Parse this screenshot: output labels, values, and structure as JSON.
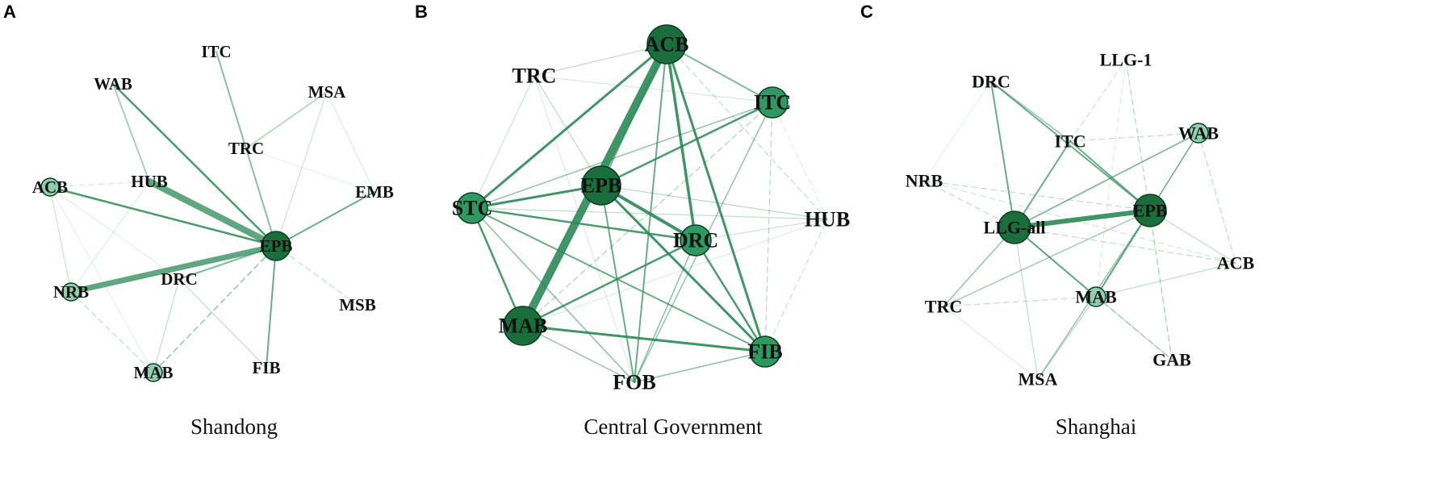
{
  "colors": {
    "node_dark": "#1a6e3c",
    "node_mid": "#2e9a61",
    "node_light": "#8fcfb0",
    "edge": "#2a8a55"
  },
  "panels": [
    {
      "id": "A",
      "letter": "A",
      "caption": "Shandong",
      "nodes": [
        {
          "id": "ITC",
          "label": "ITC",
          "shade": "none"
        },
        {
          "id": "WAB",
          "label": "WAB",
          "shade": "none"
        },
        {
          "id": "MSA",
          "label": "MSA",
          "shade": "none"
        },
        {
          "id": "TRC",
          "label": "TRC",
          "shade": "none"
        },
        {
          "id": "ACB",
          "label": "ACB",
          "shade": "light"
        },
        {
          "id": "HUB",
          "label": "HUB",
          "shade": "none"
        },
        {
          "id": "EMB",
          "label": "EMB",
          "shade": "none"
        },
        {
          "id": "EPB",
          "label": "EPB",
          "shade": "dark"
        },
        {
          "id": "NRB",
          "label": "NRB",
          "shade": "light"
        },
        {
          "id": "DRC",
          "label": "DRC",
          "shade": "none"
        },
        {
          "id": "MSB",
          "label": "MSB",
          "shade": "none"
        },
        {
          "id": "MAB",
          "label": "MAB",
          "shade": "light"
        },
        {
          "id": "FIB",
          "label": "FIB",
          "shade": "none"
        }
      ],
      "edges": [
        {
          "s": "ITC",
          "t": "EPB",
          "w": 2,
          "o": 0.55,
          "dash": false
        },
        {
          "s": "WAB",
          "t": "EPB",
          "w": 2.5,
          "o": 0.85,
          "dash": false
        },
        {
          "s": "WAB",
          "t": "HUB",
          "w": 2,
          "o": 0.4,
          "dash": false
        },
        {
          "s": "HUB",
          "t": "EPB",
          "w": 8,
          "o": 0.75,
          "dash": false
        },
        {
          "s": "ACB",
          "t": "EPB",
          "w": 2.5,
          "o": 0.85,
          "dash": false
        },
        {
          "s": "NRB",
          "t": "EPB",
          "w": 7,
          "o": 0.75,
          "dash": false
        },
        {
          "s": "DRC",
          "t": "EPB",
          "w": 2,
          "o": 0.6,
          "dash": false
        },
        {
          "s": "FIB",
          "t": "EPB",
          "w": 2,
          "o": 0.7,
          "dash": false
        },
        {
          "s": "EMB",
          "t": "EPB",
          "w": 2,
          "o": 0.7,
          "dash": false
        },
        {
          "s": "MAB",
          "t": "EPB",
          "w": 1.5,
          "o": 0.5,
          "dash": true
        },
        {
          "s": "MSB",
          "t": "EPB",
          "w": 1.2,
          "o": 0.3,
          "dash": true
        },
        {
          "s": "TRC",
          "t": "MSA",
          "w": 1.5,
          "o": 0.4,
          "dash": false
        },
        {
          "s": "MSA",
          "t": "EMB",
          "w": 1,
          "o": 0.2,
          "dash": false
        },
        {
          "s": "TRC",
          "t": "EMB",
          "w": 1,
          "o": 0.15,
          "dash": false
        },
        {
          "s": "MSA",
          "t": "EPB",
          "w": 1.2,
          "o": 0.25,
          "dash": false
        },
        {
          "s": "ACB",
          "t": "HUB",
          "w": 1.2,
          "o": 0.2,
          "dash": true
        },
        {
          "s": "ACB",
          "t": "NRB",
          "w": 1.2,
          "o": 0.25,
          "dash": false
        },
        {
          "s": "ACB",
          "t": "DRC",
          "w": 1.2,
          "o": 0.15,
          "dash": false
        },
        {
          "s": "HUB",
          "t": "NRB",
          "w": 1,
          "o": 0.2,
          "dash": false
        },
        {
          "s": "NRB",
          "t": "MAB",
          "w": 1.2,
          "o": 0.3,
          "dash": true
        },
        {
          "s": "DRC",
          "t": "FIB",
          "w": 1.2,
          "o": 0.3,
          "dash": false
        },
        {
          "s": "DRC",
          "t": "MAB",
          "w": 1.2,
          "o": 0.3,
          "dash": false
        },
        {
          "s": "ACB",
          "t": "MAB",
          "w": 1,
          "o": 0.15,
          "dash": false
        }
      ]
    },
    {
      "id": "B",
      "letter": "B",
      "caption": "Central Government",
      "nodes": [
        {
          "id": "ACB",
          "label": "ACB",
          "shade": "dark"
        },
        {
          "id": "TRC",
          "label": "TRC",
          "shade": "none"
        },
        {
          "id": "ITC",
          "label": "ITC",
          "shade": "mid"
        },
        {
          "id": "EPB",
          "label": "EPB",
          "shade": "dark"
        },
        {
          "id": "STC",
          "label": "STC",
          "shade": "mid"
        },
        {
          "id": "DRC",
          "label": "DRC",
          "shade": "mid"
        },
        {
          "id": "HUB",
          "label": "HUB",
          "shade": "none"
        },
        {
          "id": "MAB",
          "label": "MAB",
          "shade": "dark"
        },
        {
          "id": "FIB",
          "label": "FIB",
          "shade": "mid"
        },
        {
          "id": "FOB",
          "label": "FOB",
          "shade": "none"
        }
      ],
      "edges": [
        {
          "s": "ACB",
          "t": "MAB",
          "w": 10,
          "o": 0.9,
          "dash": false
        },
        {
          "s": "ACB",
          "t": "STC",
          "w": 3,
          "o": 0.9,
          "dash": false
        },
        {
          "s": "ACB",
          "t": "DRC",
          "w": 3.5,
          "o": 0.9,
          "dash": false
        },
        {
          "s": "ACB",
          "t": "FIB",
          "w": 3,
          "o": 0.9,
          "dash": false
        },
        {
          "s": "ACB",
          "t": "FOB",
          "w": 2,
          "o": 0.7,
          "dash": false
        },
        {
          "s": "ACB",
          "t": "ITC",
          "w": 2,
          "o": 0.6,
          "dash": false
        },
        {
          "s": "ACB",
          "t": "TRC",
          "w": 1.2,
          "o": 0.3,
          "dash": false
        },
        {
          "s": "ACB",
          "t": "HUB",
          "w": 1.2,
          "o": 0.3,
          "dash": true
        },
        {
          "s": "ACB",
          "t": "EPB",
          "w": 2,
          "o": 0.6,
          "dash": false
        },
        {
          "s": "ITC",
          "t": "EPB",
          "w": 2.5,
          "o": 0.85,
          "dash": false
        },
        {
          "s": "ITC",
          "t": "STC",
          "w": 1.5,
          "o": 0.5,
          "dash": false
        },
        {
          "s": "ITC",
          "t": "MAB",
          "w": 1.2,
          "o": 0.4,
          "dash": true
        },
        {
          "s": "ITC",
          "t": "FIB",
          "w": 1.2,
          "o": 0.35,
          "dash": true
        },
        {
          "s": "ITC",
          "t": "FOB",
          "w": 1.5,
          "o": 0.5,
          "dash": false
        },
        {
          "s": "STC",
          "t": "EPB",
          "w": 3,
          "o": 0.9,
          "dash": false
        },
        {
          "s": "STC",
          "t": "DRC",
          "w": 2.5,
          "o": 0.85,
          "dash": false
        },
        {
          "s": "STC",
          "t": "MAB",
          "w": 2.5,
          "o": 0.85,
          "dash": false
        },
        {
          "s": "STC",
          "t": "FIB",
          "w": 2,
          "o": 0.7,
          "dash": false
        },
        {
          "s": "STC",
          "t": "FOB",
          "w": 1.5,
          "o": 0.55,
          "dash": false
        },
        {
          "s": "STC",
          "t": "HUB",
          "w": 1.2,
          "o": 0.3,
          "dash": false
        },
        {
          "s": "EPB",
          "t": "DRC",
          "w": 4,
          "o": 0.9,
          "dash": false
        },
        {
          "s": "EPB",
          "t": "FIB",
          "w": 3,
          "o": 0.9,
          "dash": false
        },
        {
          "s": "EPB",
          "t": "FOB",
          "w": 2,
          "o": 0.7,
          "dash": false
        },
        {
          "s": "EPB",
          "t": "HUB",
          "w": 1.2,
          "o": 0.35,
          "dash": false
        },
        {
          "s": "EPB",
          "t": "TRC",
          "w": 1.2,
          "o": 0.3,
          "dash": false
        },
        {
          "s": "MAB",
          "t": "DRC",
          "w": 2.5,
          "o": 0.85,
          "dash": false
        },
        {
          "s": "MAB",
          "t": "FIB",
          "w": 3,
          "o": 0.9,
          "dash": false
        },
        {
          "s": "MAB",
          "t": "FOB",
          "w": 1.5,
          "o": 0.5,
          "dash": false
        },
        {
          "s": "DRC",
          "t": "FIB",
          "w": 2.5,
          "o": 0.85,
          "dash": false
        },
        {
          "s": "DRC",
          "t": "FOB",
          "w": 1.5,
          "o": 0.55,
          "dash": false
        },
        {
          "s": "DRC",
          "t": "HUB",
          "w": 1.2,
          "o": 0.25,
          "dash": false
        },
        {
          "s": "FIB",
          "t": "FOB",
          "w": 1.5,
          "o": 0.55,
          "dash": false
        },
        {
          "s": "FIB",
          "t": "HUB",
          "w": 1.2,
          "o": 0.25,
          "dash": true
        },
        {
          "s": "TRC",
          "t": "STC",
          "w": 1.2,
          "o": 0.25,
          "dash": false
        },
        {
          "s": "TRC",
          "t": "ITC",
          "w": 1.2,
          "o": 0.2,
          "dash": false
        },
        {
          "s": "TRC",
          "t": "FOB",
          "w": 1,
          "o": 0.2,
          "dash": false
        },
        {
          "s": "HUB",
          "t": "ITC",
          "w": 1,
          "o": 0.2,
          "dash": true
        },
        {
          "s": "HUB",
          "t": "MAB",
          "w": 1,
          "o": 0.2,
          "dash": false
        }
      ]
    },
    {
      "id": "C",
      "letter": "C",
      "caption": "Shanghai",
      "nodes": [
        {
          "id": "LLG1",
          "label": "LLG-1",
          "shade": "none"
        },
        {
          "id": "DRC",
          "label": "DRC",
          "shade": "none"
        },
        {
          "id": "ITC",
          "label": "ITC",
          "shade": "none"
        },
        {
          "id": "WAB",
          "label": "WAB",
          "shade": "light"
        },
        {
          "id": "NRB",
          "label": "NRB",
          "shade": "none"
        },
        {
          "id": "LLGall",
          "label": "LLG-all",
          "shade": "dark"
        },
        {
          "id": "EPB",
          "label": "EPB",
          "shade": "dark"
        },
        {
          "id": "ACB",
          "label": "ACB",
          "shade": "none"
        },
        {
          "id": "TRC",
          "label": "TRC",
          "shade": "none"
        },
        {
          "id": "MAB",
          "label": "MAB",
          "shade": "light"
        },
        {
          "id": "GAB",
          "label": "GAB",
          "shade": "none"
        },
        {
          "id": "MSA",
          "label": "MSA",
          "shade": "none"
        }
      ],
      "edges": [
        {
          "s": "LLGall",
          "t": "EPB",
          "w": 6,
          "o": 0.9,
          "dash": false
        },
        {
          "s": "LLGall",
          "t": "DRC",
          "w": 2,
          "o": 0.7,
          "dash": false
        },
        {
          "s": "LLGall",
          "t": "ITC",
          "w": 2,
          "o": 0.7,
          "dash": false
        },
        {
          "s": "LLGall",
          "t": "WAB",
          "w": 1.8,
          "o": 0.6,
          "dash": false
        },
        {
          "s": "LLGall",
          "t": "MAB",
          "w": 2,
          "o": 0.7,
          "dash": false
        },
        {
          "s": "LLGall",
          "t": "TRC",
          "w": 1.5,
          "o": 0.5,
          "dash": false
        },
        {
          "s": "LLGall",
          "t": "ACB",
          "w": 1.2,
          "o": 0.3,
          "dash": true
        },
        {
          "s": "LLGall",
          "t": "MSA",
          "w": 1.2,
          "o": 0.3,
          "dash": false
        },
        {
          "s": "LLGall",
          "t": "NRB",
          "w": 1.2,
          "o": 0.3,
          "dash": true
        },
        {
          "s": "LLGall",
          "t": "GAB",
          "w": 1.2,
          "o": 0.3,
          "dash": false
        },
        {
          "s": "EPB",
          "t": "DRC",
          "w": 2,
          "o": 0.7,
          "dash": false
        },
        {
          "s": "EPB",
          "t": "ITC",
          "w": 2,
          "o": 0.7,
          "dash": false
        },
        {
          "s": "EPB",
          "t": "WAB",
          "w": 1.5,
          "o": 0.6,
          "dash": false
        },
        {
          "s": "EPB",
          "t": "MAB",
          "w": 2,
          "o": 0.7,
          "dash": false
        },
        {
          "s": "EPB",
          "t": "TRC",
          "w": 1.5,
          "o": 0.45,
          "dash": false
        },
        {
          "s": "EPB",
          "t": "ACB",
          "w": 1.2,
          "o": 0.3,
          "dash": false
        },
        {
          "s": "EPB",
          "t": "NRB",
          "w": 1.2,
          "o": 0.3,
          "dash": true
        },
        {
          "s": "EPB",
          "t": "GAB",
          "w": 1.2,
          "o": 0.35,
          "dash": true
        },
        {
          "s": "EPB",
          "t": "MSA",
          "w": 1.5,
          "o": 0.5,
          "dash": false
        },
        {
          "s": "EPB",
          "t": "LLG1",
          "w": 1.2,
          "o": 0.25,
          "dash": true
        },
        {
          "s": "DRC",
          "t": "ITC",
          "w": 1.5,
          "o": 0.5,
          "dash": false
        },
        {
          "s": "ITC",
          "t": "LLG1",
          "w": 1.2,
          "o": 0.25,
          "dash": true
        },
        {
          "s": "ITC",
          "t": "WAB",
          "w": 1.2,
          "o": 0.3,
          "dash": true
        },
        {
          "s": "MAB",
          "t": "GAB",
          "w": 1.2,
          "o": 0.35,
          "dash": true
        },
        {
          "s": "MAB",
          "t": "MSA",
          "w": 1.2,
          "o": 0.35,
          "dash": false
        },
        {
          "s": "MAB",
          "t": "TRC",
          "w": 1.2,
          "o": 0.3,
          "dash": true
        },
        {
          "s": "MAB",
          "t": "ACB",
          "w": 1.2,
          "o": 0.3,
          "dash": false
        },
        {
          "s": "WAB",
          "t": "ACB",
          "w": 1.2,
          "o": 0.3,
          "dash": true
        },
        {
          "s": "WAB",
          "t": "MAB",
          "w": 1.2,
          "o": 0.3,
          "dash": false
        },
        {
          "s": "NRB",
          "t": "ACB",
          "w": 1,
          "o": 0.25,
          "dash": true
        },
        {
          "s": "NRB",
          "t": "DRC",
          "w": 1,
          "o": 0.15,
          "dash": false
        },
        {
          "s": "TRC",
          "t": "MSA",
          "w": 1,
          "o": 0.2,
          "dash": false
        },
        {
          "s": "LLG1",
          "t": "GAB",
          "w": 1,
          "o": 0.2,
          "dash": true
        },
        {
          "s": "LLG1",
          "t": "MAB",
          "w": 1,
          "o": 0.2,
          "dash": true
        }
      ]
    }
  ]
}
